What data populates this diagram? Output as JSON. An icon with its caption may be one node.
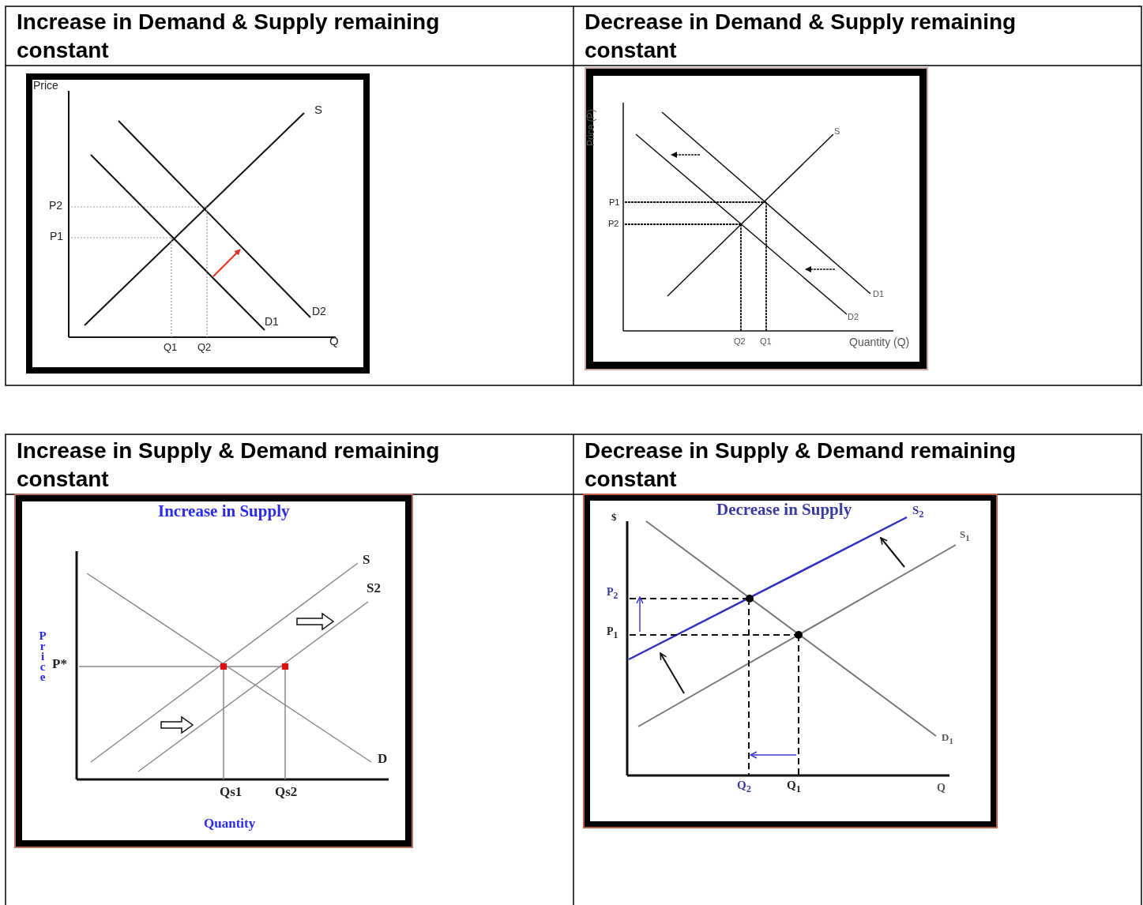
{
  "diagram": {
    "labels": [
      "Increase in Demand & Supply remaining constant",
      "Decrease in Demand & Supply remaining constant",
      "Price",
      "S",
      "P2",
      "P1",
      "D2",
      "D1",
      "Q1",
      "Q2",
      "Q",
      "Price (P)",
      "S",
      "P1",
      "P2",
      "D1",
      "D2",
      "Q2",
      "Q1",
      "Quantity (Q)",
      "Increase in Supply & Demand remaining constant",
      "Decrease in Supply & Demand remaining constant",
      "Increase in Supply",
      "S",
      "S2",
      "Price",
      "P*",
      "D",
      "Qs1",
      "Qs2",
      "Quantity",
      "Decrease in Supply",
      "$",
      "S$_{2}$",
      "S$_{1}$",
      "P$_{2}$",
      "P$_{1}$",
      "D$_{1}$",
      "Q$_{2}$",
      "Q$_{1}$",
      "Q"
    ]
  }
}
